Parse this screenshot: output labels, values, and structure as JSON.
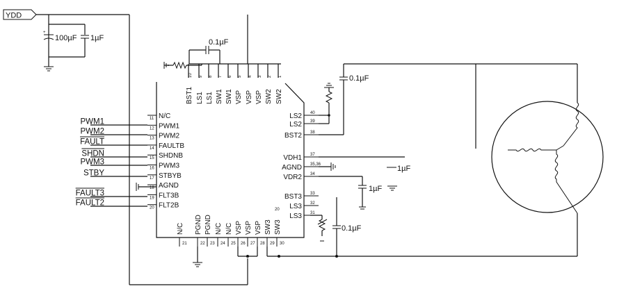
{
  "net": {
    "vdd": "YDD"
  },
  "caps": {
    "bulk": "100µF",
    "bypass": "1µF",
    "bst1": "0.1µF",
    "bst2": "0.1µF",
    "vdh": "1µF",
    "vdr2": "1µF",
    "bst3": "0.1µF"
  },
  "signals": [
    "PWM1",
    "PWM2",
    "FAULT",
    "SHDN",
    "PWM3",
    "STBY",
    "FAULT3",
    "FAULT2"
  ],
  "top_pins": [
    {
      "name": "BST1",
      "num": "10"
    },
    {
      "name": "LS1",
      "num": "9"
    },
    {
      "name": "LS1",
      "num": "8"
    },
    {
      "name": "SW1",
      "num": "7"
    },
    {
      "name": "SW1",
      "num": "6"
    },
    {
      "name": "VSP",
      "num": "5"
    },
    {
      "name": "VSP",
      "num": "4"
    },
    {
      "name": "VSP",
      "num": "3"
    },
    {
      "name": "SW2",
      "num": "2"
    },
    {
      "name": "SW2",
      "num": "1"
    }
  ],
  "left_pins": [
    {
      "name": "N/C",
      "num": "11"
    },
    {
      "name": "PWM1",
      "num": "12"
    },
    {
      "name": "PWM2",
      "num": "13"
    },
    {
      "name": "FAULTB",
      "num": "14"
    },
    {
      "name": "SHDNB",
      "num": "15"
    },
    {
      "name": "PWM3",
      "num": "16"
    },
    {
      "name": "STBYB",
      "num": "17"
    },
    {
      "name": "AGND",
      "num": "18"
    },
    {
      "name": "FLT3B",
      "num": "19"
    },
    {
      "name": "FLT2B",
      "num": "20"
    }
  ],
  "right_pins": [
    {
      "name": "LS2",
      "num": "40"
    },
    {
      "name": "LS2",
      "num": "39"
    },
    {
      "name": "BST2",
      "num": "38"
    },
    {
      "name": "VDH1",
      "num": "37"
    },
    {
      "name": "AGND",
      "num": "35,36"
    },
    {
      "name": "VDR2",
      "num": "34"
    },
    {
      "name": "BST3",
      "num": "33"
    },
    {
      "name": "LS3",
      "num": "32"
    },
    {
      "name": "LS3",
      "num": "31"
    }
  ],
  "bottom_pins": [
    {
      "name": "N/C",
      "num": "21"
    },
    {
      "name": "PGND",
      "num": "22"
    },
    {
      "name": "PGND",
      "num": "23"
    },
    {
      "name": "N/C",
      "num": "24"
    },
    {
      "name": "N/C",
      "num": "25"
    },
    {
      "name": "VSP",
      "num": "26"
    },
    {
      "name": "VSP",
      "num": "27"
    },
    {
      "name": "VSP",
      "num": "28"
    },
    {
      "name": "SW3",
      "num": "29"
    },
    {
      "name": "SW3",
      "num": "30"
    }
  ],
  "ic_center_num": "20"
}
